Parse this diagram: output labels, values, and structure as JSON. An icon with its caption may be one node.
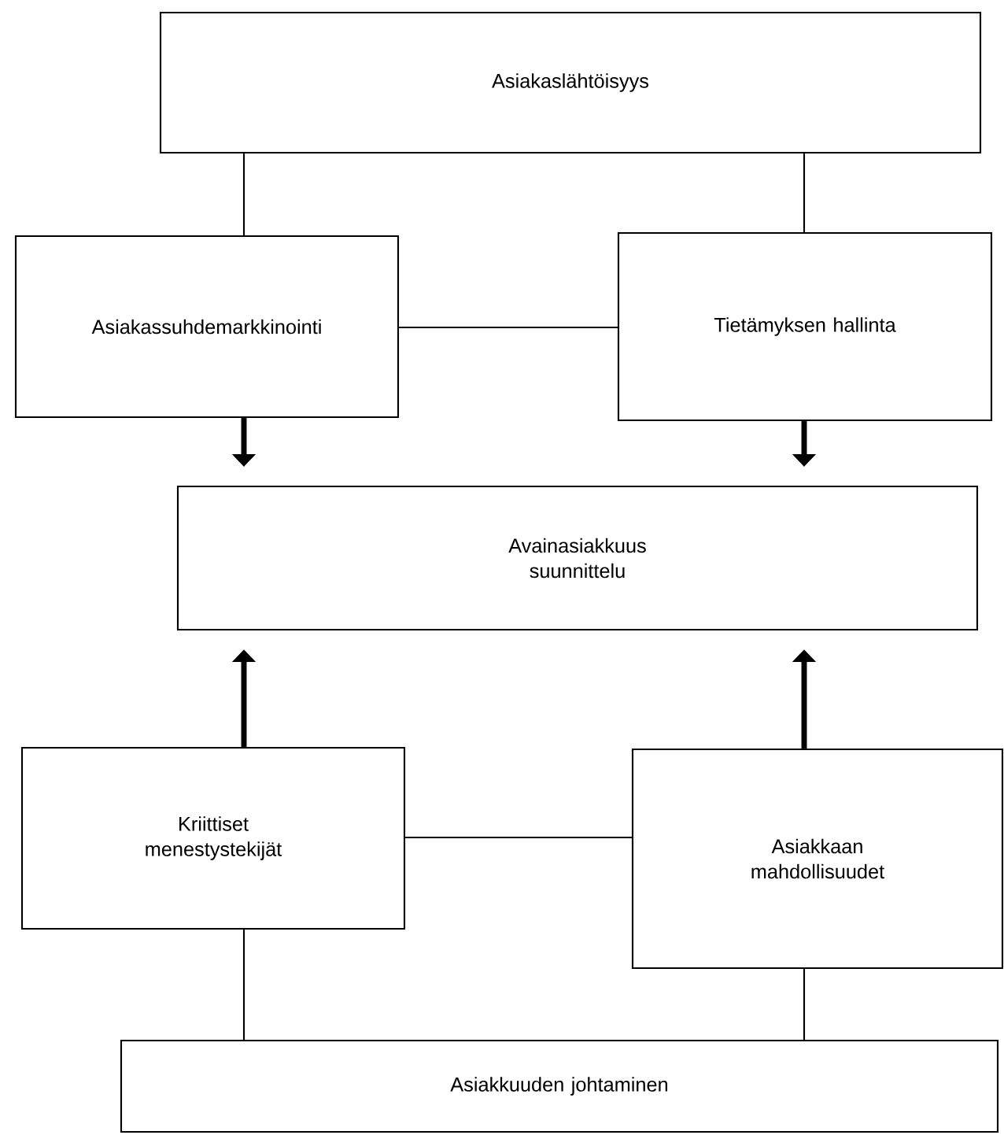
{
  "diagram": {
    "nodes": [
      {
        "text": [
          "Asiakaslähtöisyys"
        ]
      },
      {
        "text": [
          "Asiakassuhdemarkkinointi"
        ]
      },
      {
        "text": [
          "Tietämyksen hallinta"
        ]
      },
      {
        "text": [
          "Avainasiakkuus suunnittelu"
        ]
      },
      {
        "text": [
          "Kriittiset menestystekijät"
        ]
      },
      {
        "text": [
          "Asiakkaan mahdollisuudet"
        ]
      },
      {
        "text": [
          "Asiakkuuden johtaminen"
        ]
      }
    ],
    "edges": [
      {
        "from": 0,
        "to": 1,
        "arrow": "none"
      },
      {
        "from": 0,
        "to": 2,
        "arrow": "none"
      },
      {
        "from": 1,
        "to": 2,
        "arrow": "none"
      },
      {
        "from": 1,
        "to": 3,
        "arrow": "to",
        "style": "thick"
      },
      {
        "from": 2,
        "to": 3,
        "arrow": "to",
        "style": "thick"
      },
      {
        "from": 4,
        "to": 3,
        "arrow": "to",
        "style": "thick"
      },
      {
        "from": 5,
        "to": 3,
        "arrow": "to",
        "style": "thick"
      },
      {
        "from": 4,
        "to": 5,
        "arrow": "none"
      },
      {
        "from": 4,
        "to": 6,
        "arrow": "none"
      },
      {
        "from": 5,
        "to": 6,
        "arrow": "none"
      }
    ]
  }
}
